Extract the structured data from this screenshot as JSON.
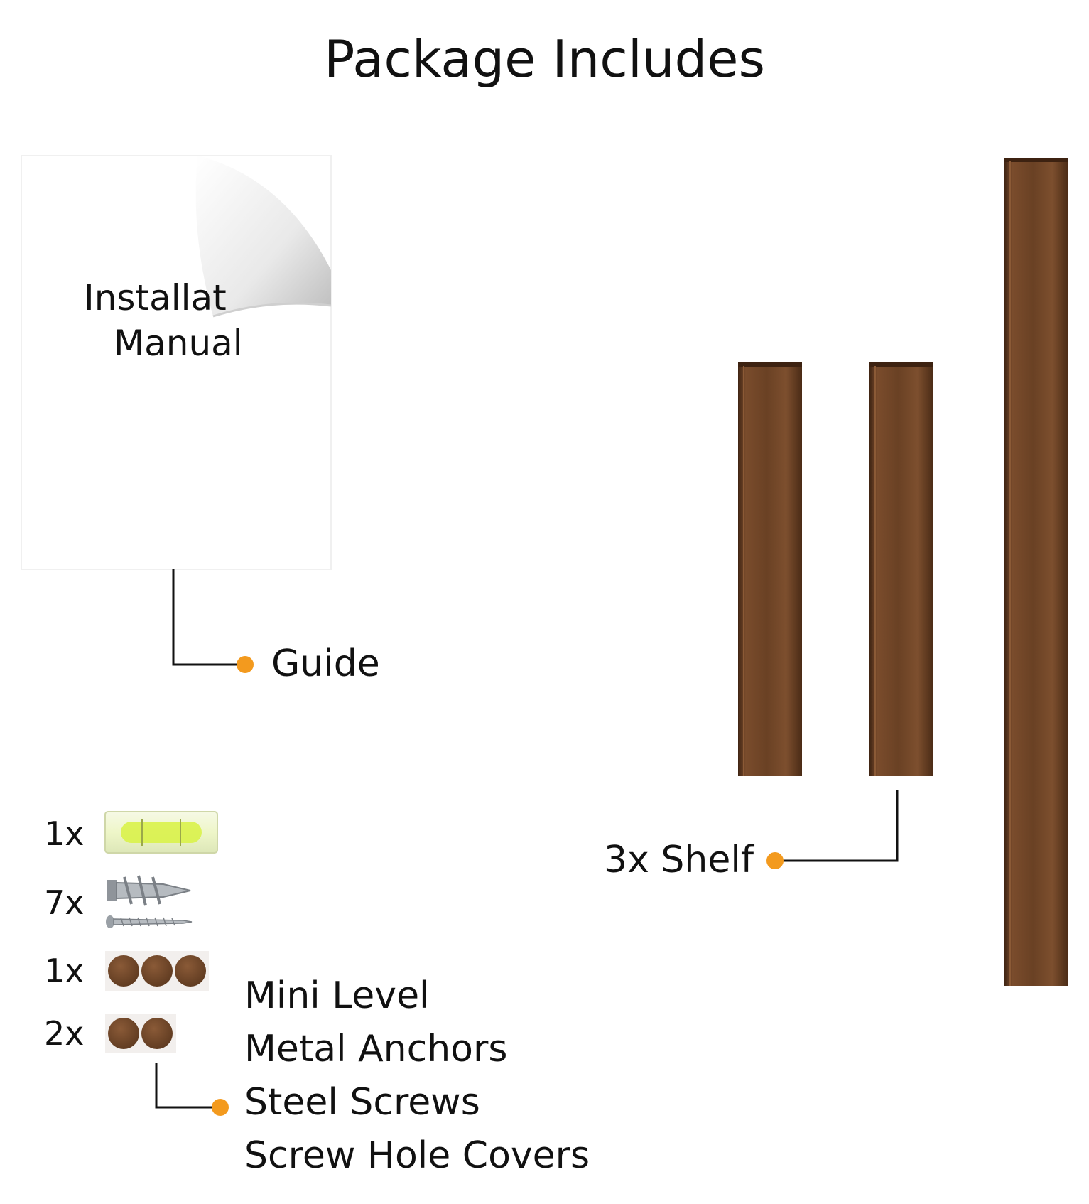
{
  "title": "Package Includes",
  "manual": {
    "line1": "Installat",
    "line2": "Manual"
  },
  "labels": {
    "guide": "Guide",
    "shelf": "3x Shelf",
    "hardware": [
      "Mini Level",
      "Metal Anchors",
      "Steel Screws",
      "Screw Hole Covers"
    ]
  },
  "quantities": {
    "level": "1x",
    "anchors_screws": "7x",
    "covers_three": "1x",
    "covers_two": "2x"
  },
  "colors": {
    "accent_dot": "#F39A1E",
    "wood": "#6E4427",
    "wood_dark": "#4A2B16",
    "level_green": "#D9F24A"
  },
  "icons": [
    "manual-sheet",
    "wood-shelf",
    "mini-level",
    "metal-anchor",
    "steel-screw",
    "screw-hole-cover"
  ]
}
